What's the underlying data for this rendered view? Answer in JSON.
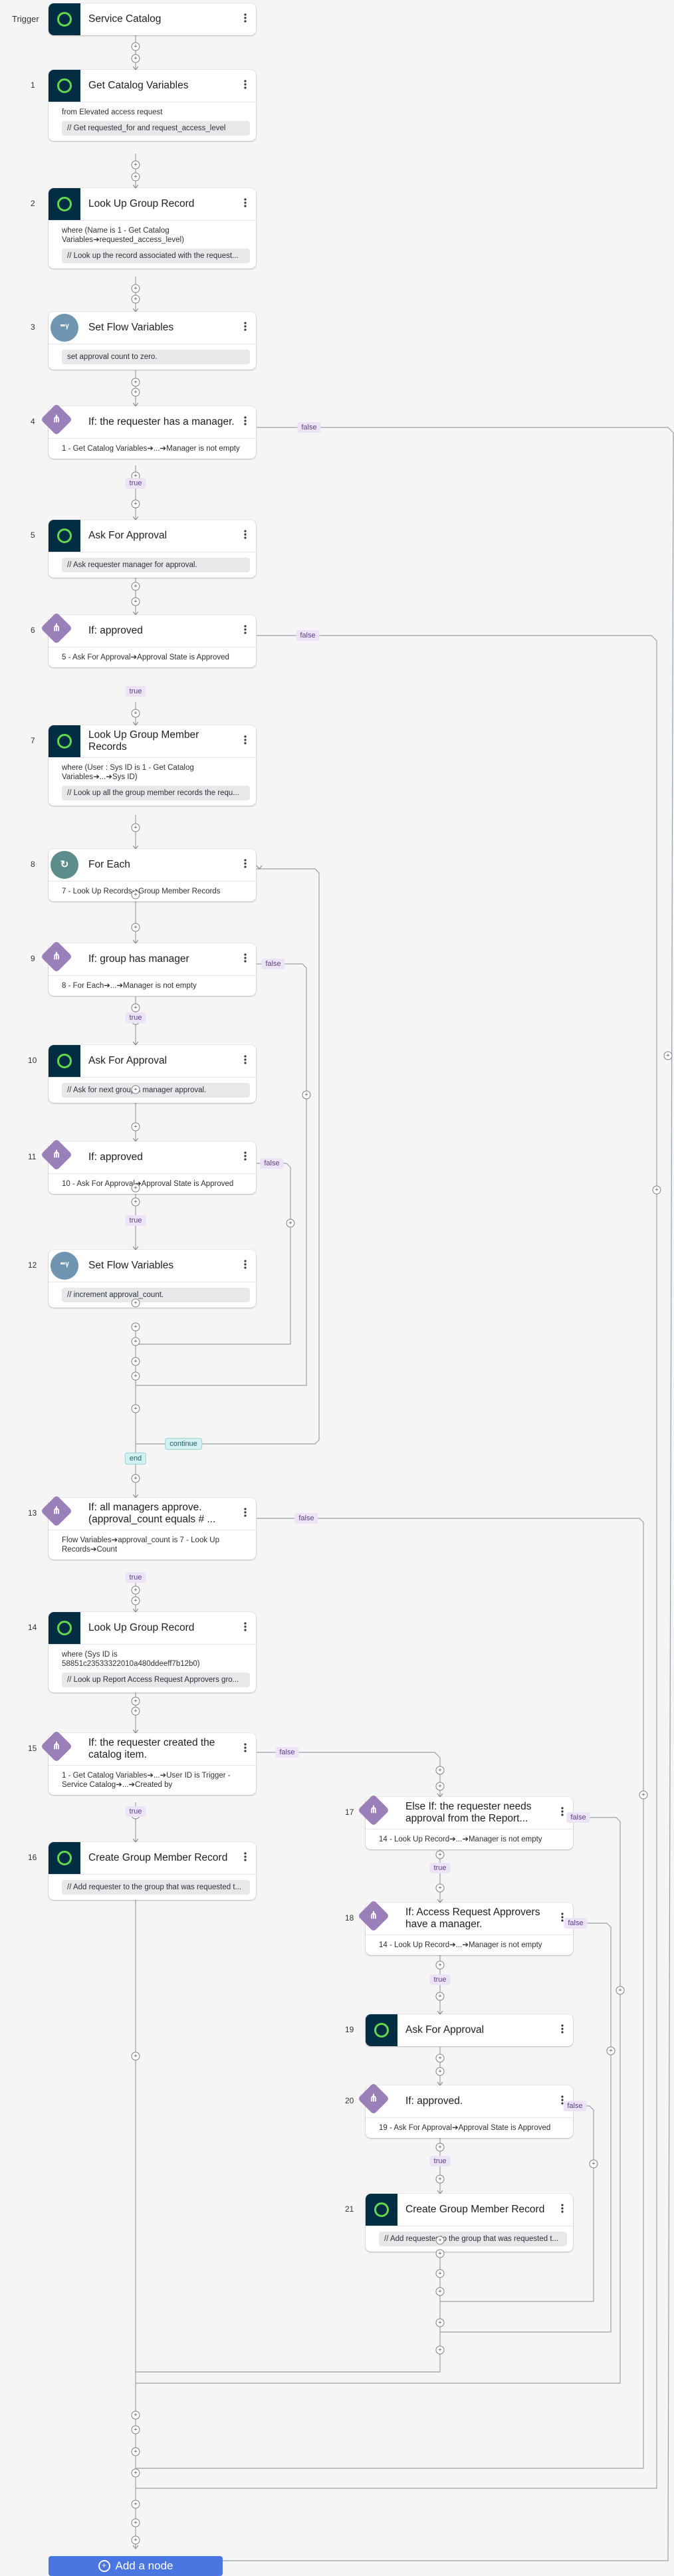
{
  "trigger_label": "Trigger",
  "trigger": {
    "title": "Service Catalog"
  },
  "steps": [
    {
      "num": "1",
      "icon": "servicenow-logo-icon",
      "title": "Get Catalog Variables",
      "sub": "from Elevated access request",
      "note": "// Get requested_for and request_access_level"
    },
    {
      "num": "2",
      "icon": "servicenow-logo-icon",
      "title": "Look Up Group Record",
      "sub": "where (Name is 1 - Get Catalog Variables➔requested_access_level)",
      "note": "// Look up the record associated with the request..."
    },
    {
      "num": "3",
      "icon": "set-flow-variables-icon",
      "title": "Set Flow Variables",
      "sub": "",
      "note": "set approval count to zero."
    },
    {
      "num": "4",
      "icon": "branch-if-icon",
      "title": "If: the requester has a manager.",
      "sub": "1 - Get Catalog Variables➔...➔Manager is not empty",
      "note": ""
    },
    {
      "num": "5",
      "icon": "servicenow-logo-icon",
      "title": "Ask For Approval",
      "sub": "",
      "note": "// Ask requester manager for approval."
    },
    {
      "num": "6",
      "icon": "branch-if-icon",
      "title": "If: approved",
      "sub": "5 - Ask For Approval➔Approval State is Approved",
      "note": ""
    },
    {
      "num": "7",
      "icon": "servicenow-logo-icon",
      "title": "Look Up Group Member Records",
      "sub": "where (User : Sys ID is 1 - Get Catalog Variables➔...➔Sys ID)",
      "note": "// Look up all the group member records the requ..."
    },
    {
      "num": "8",
      "icon": "for-each-icon",
      "title": "For Each",
      "sub": "7 - Look Up Records➔Group Member Records",
      "note": ""
    },
    {
      "num": "9",
      "icon": "branch-if-icon",
      "title": "If: group has manager",
      "sub": "8 - For Each➔...➔Manager is not empty",
      "note": ""
    },
    {
      "num": "10",
      "icon": "servicenow-logo-icon",
      "title": "Ask For Approval",
      "sub": "",
      "note": "// Ask for next group's manager approval."
    },
    {
      "num": "11",
      "icon": "branch-if-icon",
      "title": "If: approved",
      "sub": "10 - Ask For Approval➔Approval State is Approved",
      "note": ""
    },
    {
      "num": "12",
      "icon": "set-flow-variables-icon",
      "title": "Set Flow Variables",
      "sub": "",
      "note": "// increment approval_count."
    },
    {
      "num": "13",
      "icon": "branch-if-icon",
      "title": "If: all managers approve. (approval_count equals # ...",
      "sub": "Flow Variables➔approval_count is 7 - Look Up Records➔Count",
      "note": ""
    },
    {
      "num": "14",
      "icon": "servicenow-logo-icon",
      "title": "Look Up Group Record",
      "sub": "where (Sys ID is 58851c23533322010a480ddeeff7b12b0)",
      "note": "// Look up Report Access Request Approvers gro..."
    },
    {
      "num": "15",
      "icon": "branch-if-icon",
      "title": "If: the requester created the catalog item.",
      "sub": "1 - Get Catalog Variables➔...➔User ID is Trigger - Service Catalog➔...➔Created by",
      "note": ""
    },
    {
      "num": "16",
      "icon": "servicenow-logo-icon",
      "title": "Create Group Member Record",
      "sub": "",
      "note": "// Add requester to the group that was requested t..."
    },
    {
      "num": "17",
      "icon": "branch-if-icon",
      "title": "Else If: the requester needs approval from the Report...",
      "sub": "14 - Look Up Record➔...➔Manager is not empty",
      "note": ""
    },
    {
      "num": "18",
      "icon": "branch-if-icon",
      "title": "If: Access Request Approvers have a manager.",
      "sub": "14 - Look Up Record➔...➔Manager is not empty",
      "note": ""
    },
    {
      "num": "19",
      "icon": "servicenow-logo-icon",
      "title": "Ask For Approval",
      "sub": "",
      "note": ""
    },
    {
      "num": "20",
      "icon": "branch-if-icon",
      "title": "If: approved.",
      "sub": "19 - Ask For Approval➔Approval State is Approved",
      "note": ""
    },
    {
      "num": "21",
      "icon": "servicenow-logo-icon",
      "title": "Create Group Member Record",
      "sub": "",
      "note": "// Add requester to the group that was requested t..."
    }
  ],
  "labels": {
    "true": "true",
    "false": "false",
    "end": "end",
    "continue": "continue"
  },
  "add_node_label": "Add a node",
  "colors": {
    "accent": "#4a76e2",
    "logo_bg": "#032d42",
    "logo_ring": "#62d84e",
    "if_diamond": "#9a7fb8",
    "set_vars": "#6f95b1",
    "for_each": "#5d8d8a"
  }
}
